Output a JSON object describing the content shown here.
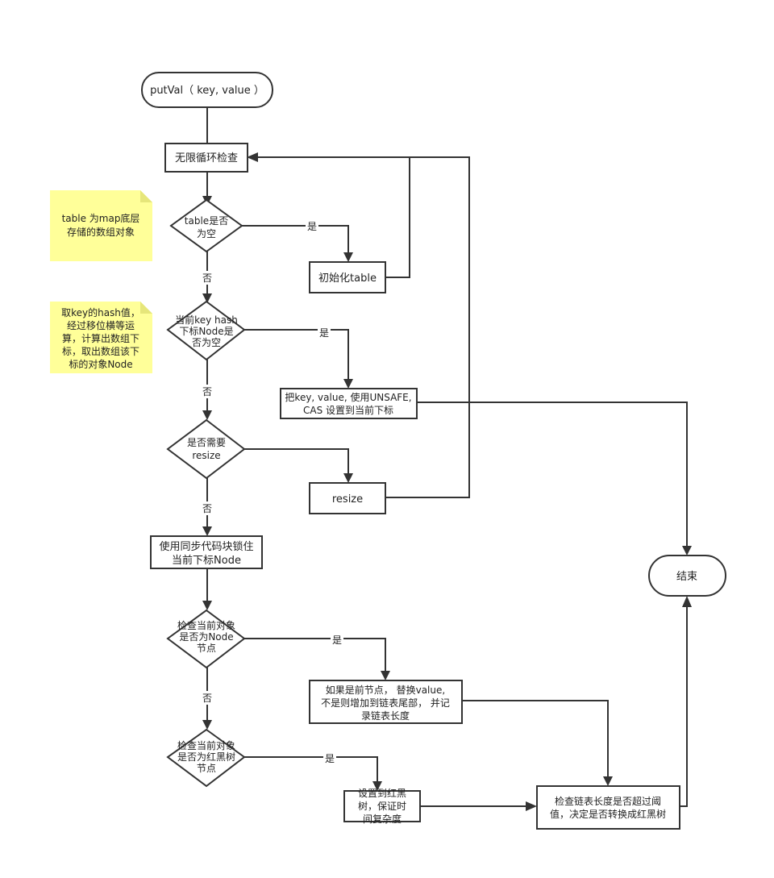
{
  "nodes": {
    "start": "putVal（ key, value ）",
    "loop": "无限循环检查",
    "table_check": [
      "table是否",
      "为空"
    ],
    "init_table": "初始化table",
    "node_check": [
      "当前key hash",
      "下标Node是",
      "否为空"
    ],
    "cas_put": [
      "把key, value, 使用UNSAFE,",
      "CAS 设置到当前下标"
    ],
    "resize_check": [
      "是否需要",
      "resize"
    ],
    "resize": "resize",
    "sync_lock": [
      "使用同步代码块锁住",
      "当前下标Node"
    ],
    "is_node_check": [
      "检查当前对象",
      "是否为Node",
      "节点"
    ],
    "list_op": [
      "如果是前节点， 替换value,",
      "不是则增加到链表尾部， 并记",
      "录链表长度"
    ],
    "is_tree_check": [
      "检查当前对象",
      "是否为红黑树",
      "节点"
    ],
    "tree_op": [
      "设置到红黑",
      "树，保证时",
      "间复杂度"
    ],
    "treeify_check": [
      "检查链表长度是否超过阈",
      "值，决定是否转换成红黑树"
    ],
    "end": "结束"
  },
  "notes": {
    "note1": [
      "table 为map底层",
      "存储的数组对象"
    ],
    "note2": [
      "取key的hash值，",
      "经过移位横等运",
      "算，计算出数组下",
      "标，取出数组该下",
      "标的对象Node"
    ]
  },
  "edge_labels": {
    "yes": "是",
    "no": "否"
  }
}
